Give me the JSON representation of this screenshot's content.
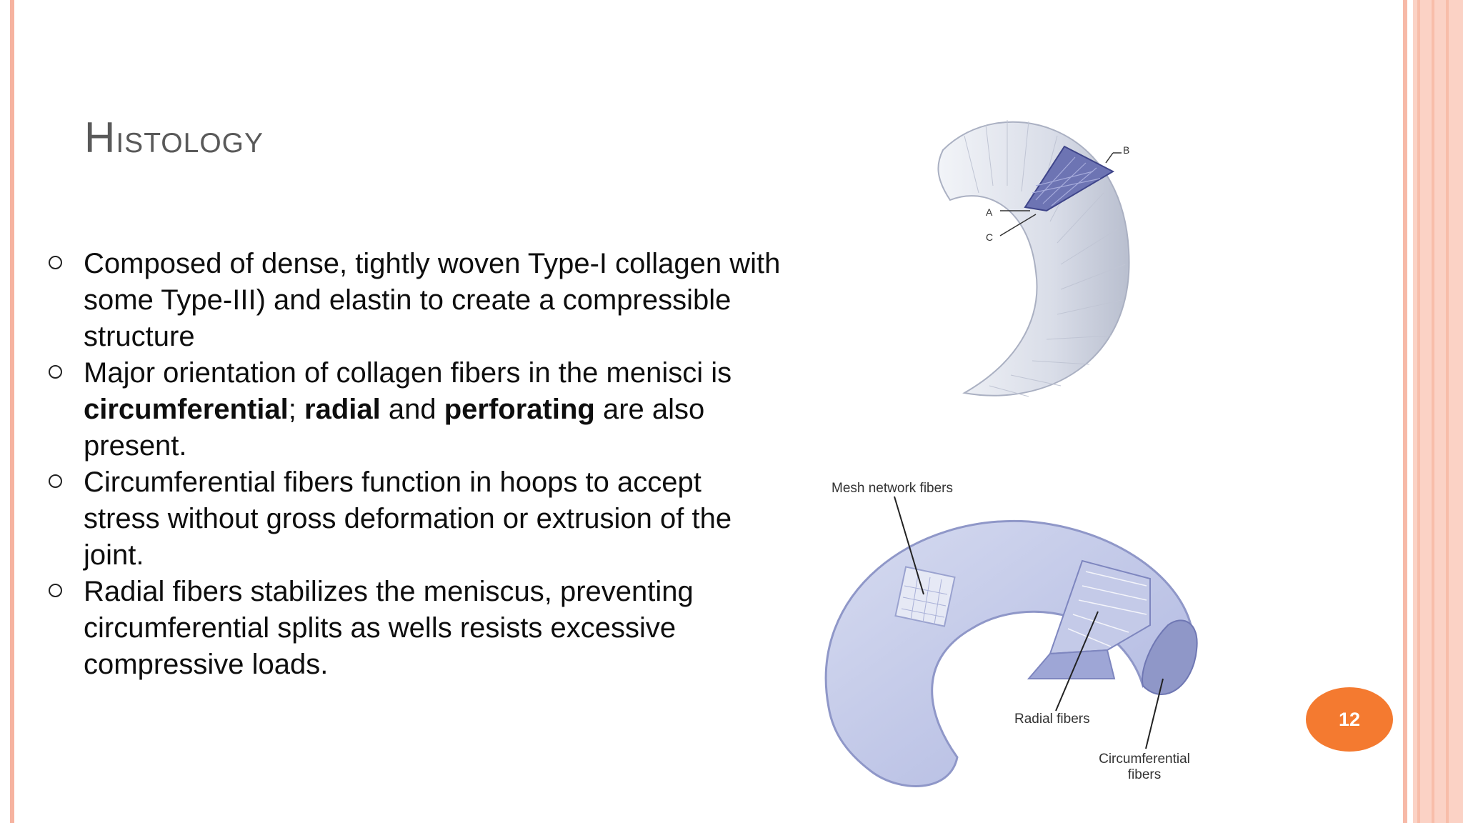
{
  "slide": {
    "title_first": "H",
    "title_rest": "istology",
    "bullets": [
      {
        "parts": [
          {
            "text": "Composed of dense, tightly woven Type-I  collagen with some Type-III) and elastin  to create a compressible structure",
            "bold": false
          }
        ]
      },
      {
        "parts": [
          {
            "text": "Major orientation of collagen fibers in  the menisci is ",
            "bold": false
          },
          {
            "text": "circumferential",
            "bold": true
          },
          {
            "text": "; ",
            "bold": false
          },
          {
            "text": "radial",
            "bold": true
          },
          {
            "text": " and  ",
            "bold": false
          },
          {
            "text": "perforating",
            "bold": true
          },
          {
            "text": " are also present.",
            "bold": false
          }
        ]
      },
      {
        "parts": [
          {
            "text": "Circumferential fibers function in hoops  to accept stress without gross deformation or extrusion of the joint.",
            "bold": false
          }
        ]
      },
      {
        "parts": [
          {
            "text": "Radial fibers stabilizes the meniscus,  preventing circumferential splits as wells  resists excessive compressive loads.",
            "bold": false
          }
        ]
      }
    ],
    "figure_top": {
      "label_a": "A",
      "label_b": "B",
      "label_c": "C"
    },
    "figure_bottom": {
      "label_mesh": "Mesh network fibers",
      "label_radial": "Radial fibers",
      "label_circ_line1": "Circumferential",
      "label_circ_line2": "fibers"
    },
    "page_number": "12"
  },
  "colors": {
    "title": "#595959",
    "accent": "#f47a30",
    "frame": "#f6b3a0",
    "figure_fill": "#c6cde9",
    "figure_stroke": "#8f97c8"
  }
}
